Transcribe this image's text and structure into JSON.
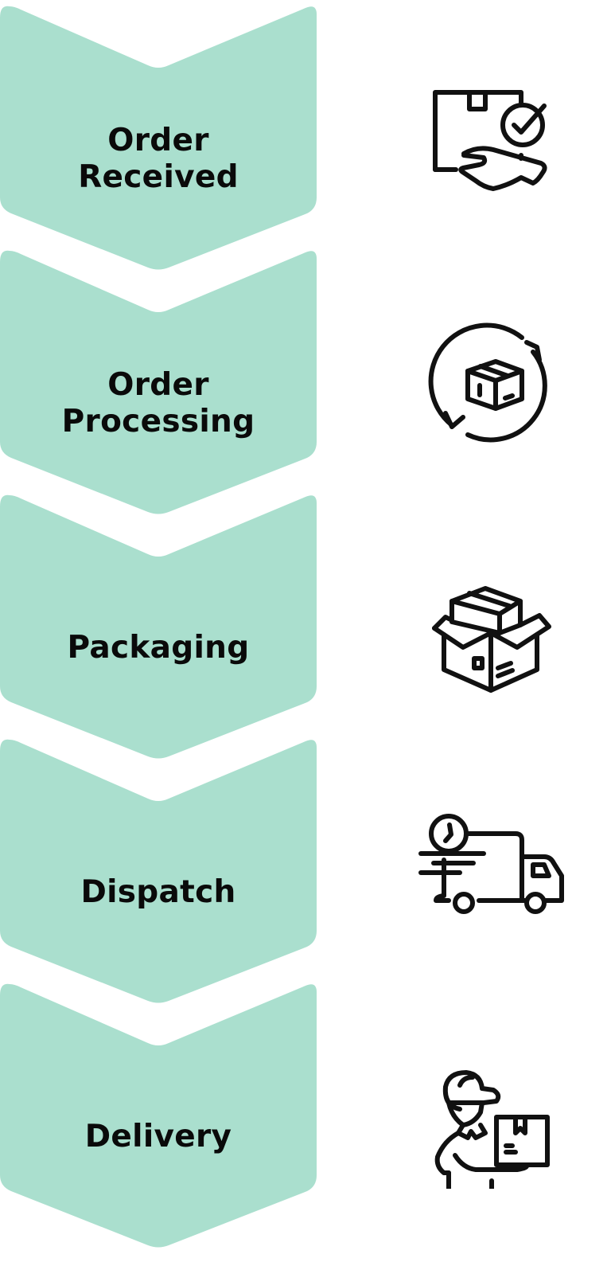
{
  "diagram": {
    "type": "vertical-process-chevrons",
    "accent_color": "#aadfce",
    "text_color": "#0a0a0a",
    "steps": [
      {
        "label": "Order Received",
        "icon": "box-in-hand-check-icon"
      },
      {
        "label": "Order Processing",
        "icon": "box-refresh-cycle-icon"
      },
      {
        "label": "Packaging",
        "icon": "open-box-with-parcel-icon"
      },
      {
        "label": "Dispatch",
        "icon": "delivery-truck-clock-icon"
      },
      {
        "label": "Delivery",
        "icon": "courier-with-box-icon"
      }
    ]
  }
}
